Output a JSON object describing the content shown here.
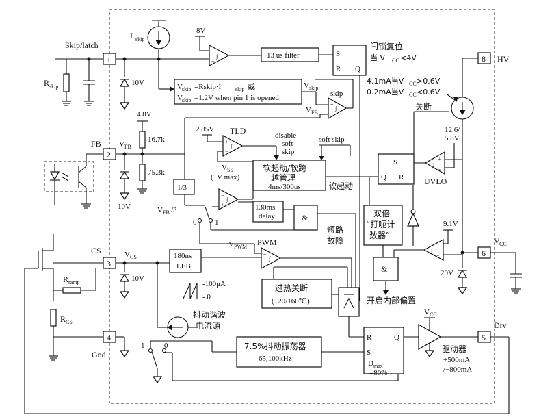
{
  "pins": {
    "p1": "1",
    "p2": "2",
    "p3": "3",
    "p4": "4",
    "p5": "5",
    "p6": "6",
    "p8": "8"
  },
  "pin_labels": {
    "skip_latch": "Skip/latch",
    "fb": "FB",
    "cs": "CS",
    "gnd": "Gnd",
    "hv": "HV",
    "vcc": "V",
    "vcc_sub": "CC",
    "drv": "Drv"
  },
  "top": {
    "iskip": "I",
    "iskip_sub": "skip",
    "v8": "8V",
    "filter": "13 us filter",
    "latch_reset": "闩锁复位",
    "latch_when": "当 V",
    "latch_when_sub": "CC",
    "latch_cond": "<4V",
    "sr_s": "S",
    "sr_r": "R",
    "sr_q": "Q"
  },
  "skip_section": {
    "rskip": "R",
    "rskip_sub": "skip",
    "z10v": "10V",
    "eq1_a": "V",
    "eq1_sub": "skip",
    "eq1_b": "=Rskip·I",
    "eq1_sub2": "skip",
    "eq1_c": " 或",
    "eq2_a": "V",
    "eq2_sub": "skip",
    "eq2_b": "=1.2V when pin 1 is opened",
    "vskip_a": "V",
    "vskip_sub": "skip",
    "skip": "skip",
    "vfb_a": "V",
    "vfb_sub": "FB"
  },
  "hv_section": {
    "i1": "4.1mA当V",
    "i1_sub": "CC",
    "i1_c": ">0.6V",
    "i2": "0.2mA当V",
    "i2_sub": "CC",
    "i2_c": "<0.6V",
    "shutdown": "关断",
    "uvlo_th": "12.6/",
    "uvlo_th2": "5.8V",
    "uvlo": "UVLO",
    "uvlo_s": "S",
    "uvlo_r": "R",
    "uvlo_q": "Q"
  },
  "fb_section": {
    "v48": "4.8V",
    "r1": "16.7k",
    "r2": "75.3k",
    "vfb_a": "V",
    "vfb_sub": "FB",
    "z10v": "10V",
    "v285": "2.85V",
    "tld": "TLD",
    "vss_a": "V",
    "vss_sub": "SS",
    "vss_max": "(1V max)",
    "disable": "disable",
    "soft": "soft",
    "skip": "skip",
    "soft_skip": "soft skip",
    "softstart_1": "软起动/软跨",
    "softstart_2": "越管理",
    "softstart_3": "4ms/300us",
    "softstart_out": "软起动",
    "third": "1/3",
    "vfb3_a": "V",
    "vfb3_sub": "FB",
    "vfb3_b": "/3",
    "sw0": "0",
    "sw1": "1",
    "delay_1": "130ms",
    "delay_2": "delay",
    "and_sym": "&",
    "short_1": "短路",
    "short_2": "故障",
    "counter_1": "双倍",
    "counter_2": "“打呃计",
    "counter_3": "数器”"
  },
  "cs_section": {
    "vcs_a": "V",
    "vcs_sub": "CS",
    "leb_1": "180ns",
    "leb_2": "LEB",
    "pwm": "PWM",
    "vpwm_a": "V",
    "vpwm_sub": "PWM",
    "z10v": "10V",
    "rramp": "R",
    "rramp_sub": "ramp",
    "rcs": "R",
    "rcs_sub": "CS",
    "ramp_hi": "-100μA",
    "ramp_lo": "- 0",
    "jitter_src_1": "抖动谐波",
    "jitter_src_2": "电流源",
    "sw1": "1",
    "sw0": "0",
    "osc_1": "7.5%抖动振荡器",
    "osc_2": "65,100kHz",
    "thermal_1": "过热关断",
    "thermal_2": "(120/160℃)",
    "bias": "开启内部偏置",
    "v91": "9.1V",
    "z20v": "20V",
    "and_sym": "&"
  },
  "drv_section": {
    "vcc_a": "V",
    "vcc_sub": "CC",
    "ff_r": "R",
    "ff_s": "S",
    "ff_q": "Q",
    "dmax_a": "D",
    "dmax_sub": "max",
    "dmax_b": "=80%",
    "driver": "驱动器",
    "src": "+500mA",
    "sink": "/−800mA"
  }
}
